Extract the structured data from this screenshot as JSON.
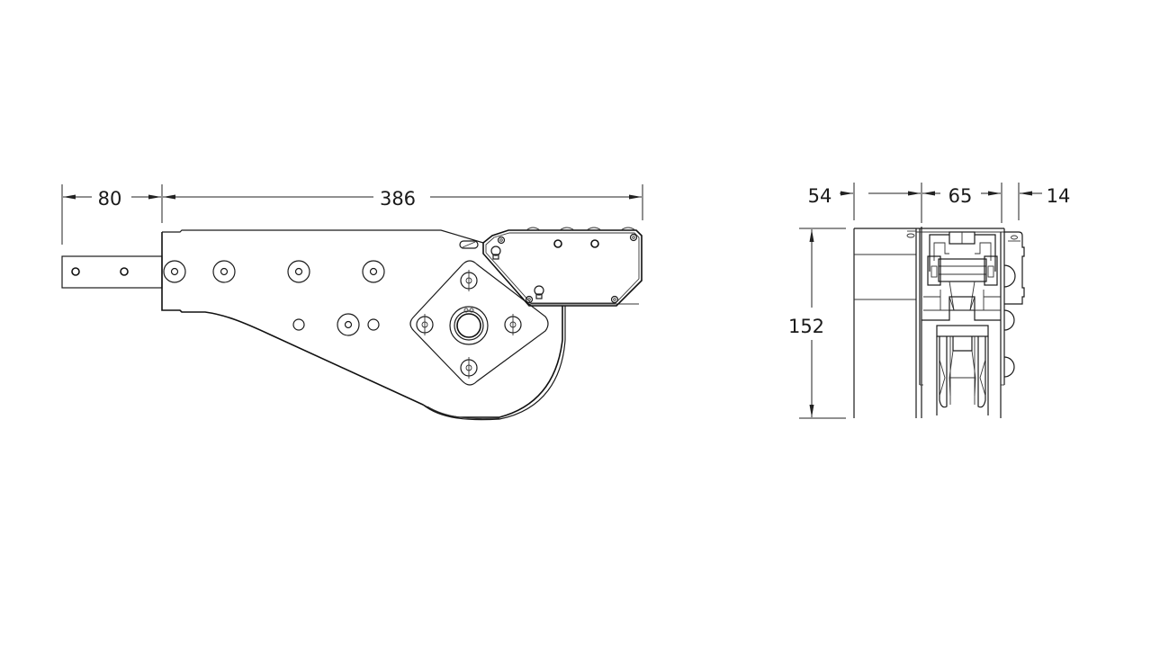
{
  "drawing": {
    "type": "engineering-drawing",
    "background": "#ffffff",
    "line_color": "#1a1a1a",
    "views": [
      {
        "name": "front-view",
        "description": "Side elevation of bracket assembly with mounting arm, drum and cover plate"
      },
      {
        "name": "end-view",
        "description": "End elevation of bracket assembly"
      }
    ],
    "dimensions": {
      "front_view": {
        "arm_length": {
          "value": "80",
          "orientation": "horizontal"
        },
        "body_length": {
          "value": "386",
          "orientation": "horizontal"
        }
      },
      "end_view": {
        "plate_width": {
          "value": "54",
          "orientation": "horizontal"
        },
        "body_width": {
          "value": "65",
          "orientation": "horizontal"
        },
        "cap_width": {
          "value": "14",
          "orientation": "horizontal"
        },
        "height": {
          "value": "152",
          "orientation": "vertical"
        }
      }
    }
  }
}
